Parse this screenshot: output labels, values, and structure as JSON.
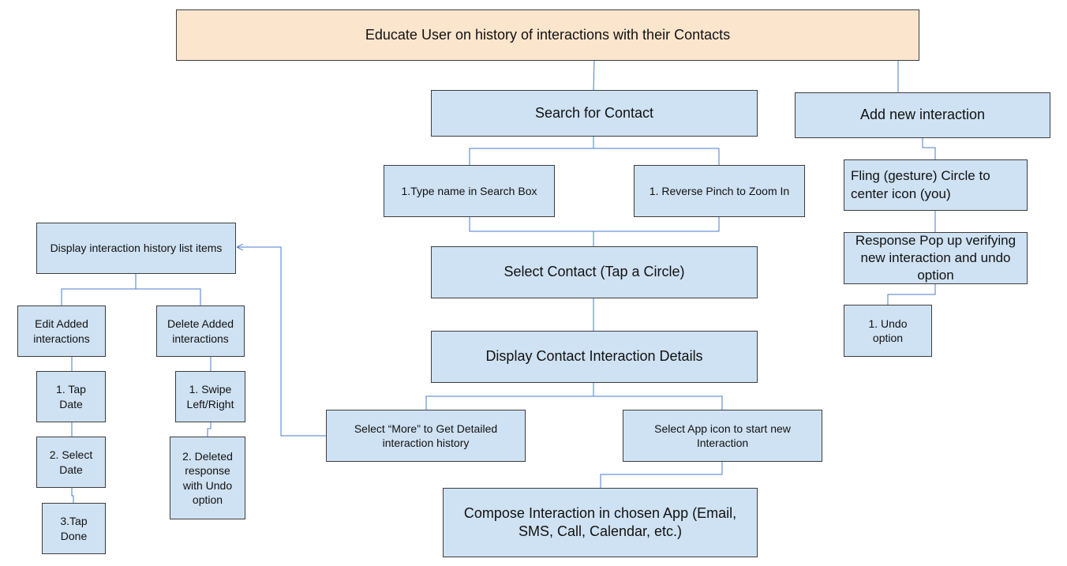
{
  "diagram": {
    "nodes": {
      "root": "Educate User on history of interactions with their Contacts",
      "search": "Search for Contact",
      "add_new": "Add new interaction",
      "type_name": "1.Type name in Search Box",
      "reverse_pinch": "1. Reverse Pinch to Zoom In",
      "fling": "Fling (gesture) Circle to center icon (you)",
      "response_popup": "Response Pop up verifying new interaction and undo option",
      "undo": "1. Undo option",
      "select_contact": "Select Contact (Tap a Circle)",
      "display_details": "Display Contact Interaction Details",
      "select_more": "Select “More” to Get Detailed interaction history",
      "select_app": "Select App icon  to start new Interaction",
      "compose": "Compose Interaction in chosen App (Email, SMS, Call, Calendar, etc.)",
      "display_history": "Display interaction history list items",
      "edit_added": "Edit Added interactions",
      "delete_added": "Delete Added interactions",
      "tap_date": "1. Tap Date",
      "select_date": "2. Select Date",
      "tap_done": "3.Tap Done",
      "swipe": "1. Swipe Left/Right",
      "deleted_response": "2. Deleted response with Undo option"
    },
    "edges": [
      {
        "from": "root",
        "to": "search"
      },
      {
        "from": "root",
        "to": "add_new"
      },
      {
        "from": "search",
        "to": "type_name"
      },
      {
        "from": "search",
        "to": "reverse_pinch"
      },
      {
        "from": "type_name",
        "to": "select_contact"
      },
      {
        "from": "reverse_pinch",
        "to": "select_contact"
      },
      {
        "from": "select_contact",
        "to": "display_details"
      },
      {
        "from": "display_details",
        "to": "select_more"
      },
      {
        "from": "display_details",
        "to": "select_app"
      },
      {
        "from": "select_app",
        "to": "compose"
      },
      {
        "from": "select_more",
        "to": "display_history",
        "arrow": true
      },
      {
        "from": "add_new",
        "to": "fling"
      },
      {
        "from": "fling",
        "to": "response_popup"
      },
      {
        "from": "response_popup",
        "to": "undo"
      },
      {
        "from": "display_history",
        "to": "edit_added"
      },
      {
        "from": "display_history",
        "to": "delete_added"
      },
      {
        "from": "edit_added",
        "to": "tap_date"
      },
      {
        "from": "tap_date",
        "to": "select_date"
      },
      {
        "from": "select_date",
        "to": "tap_done"
      },
      {
        "from": "delete_added",
        "to": "swipe"
      },
      {
        "from": "swipe",
        "to": "deleted_response"
      }
    ],
    "colors": {
      "root_fill": "#fce5cd",
      "node_fill": "#cfe2f3",
      "node_border": "#3d3d3d",
      "connector": "#4a7bd0"
    }
  }
}
